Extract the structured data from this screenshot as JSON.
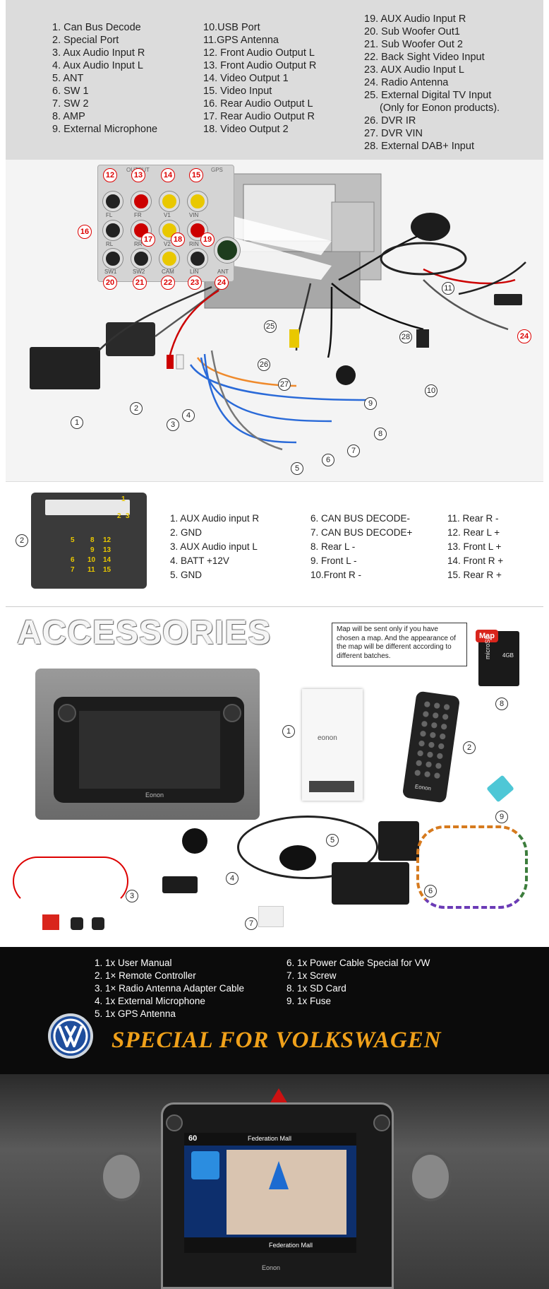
{
  "legend": {
    "col1": [
      "1. Can Bus Decode",
      "2. Special Port",
      "3. Aux Audio Input R",
      "4. Aux Audio Input L",
      "5. ANT",
      "6. SW 1",
      "7. SW 2",
      "8. AMP",
      "9. External Microphone"
    ],
    "col2": [
      "10.USB Port",
      "11.GPS Antenna",
      "12. Front Audio Output L",
      "13. Front Audio Output R",
      "14. Video Output 1",
      "15. Video Input",
      "16. Rear Audio Output L",
      "17. Rear Audio Output R",
      "18.  Video Output 2"
    ],
    "col3": [
      "19. AUX Audio Input R",
      "20. Sub Woofer Out1",
      "21. Sub Woofer Out 2",
      "22. Back Sight Video Input",
      "23. AUX Audio Input L",
      "24. Radio Antenna",
      "25.  External Digital TV Input",
      "(Only for Eonon products).",
      "26. DVR IR",
      "27. DVR VIN",
      "28. External DAB+ Input"
    ]
  },
  "wiring": {
    "panel_header": "OUTPUT",
    "gps_label": "GPS",
    "jack_labels": [
      "FL",
      "FR",
      "V1",
      "VIN",
      "RL",
      "RR",
      "V2",
      "RIN",
      "SW1",
      "SW2",
      "CAM",
      "LIN",
      "ANT"
    ],
    "panel_callouts": [
      "12",
      "13",
      "14",
      "15",
      "16",
      "17",
      "18",
      "19",
      "20",
      "21",
      "22",
      "23",
      "24"
    ],
    "harness_callouts": [
      "1",
      "2",
      "3",
      "4",
      "5",
      "6",
      "7",
      "8",
      "9",
      "10",
      "11",
      "24",
      "25",
      "26",
      "27",
      "28"
    ]
  },
  "connector": {
    "pin_labels": [
      "1",
      "2",
      "3",
      "5",
      "6",
      "7",
      "8",
      "9",
      "10",
      "11",
      "12",
      "13",
      "14",
      "15"
    ],
    "callout": "2",
    "col1": [
      "1. AUX Audio input R",
      "2. GND",
      "3. AUX Audio input L",
      "4. BATT +12V",
      "5. GND"
    ],
    "col2": [
      "6. CAN BUS DECODE-",
      "7. CAN BUS DECODE+",
      "8. Rear L -",
      "9. Front L -",
      "10.Front R -"
    ],
    "col3": [
      "11. Rear R -",
      "12. Rear L +",
      "13. Front L +",
      "14. Front R +",
      "15. Rear R +"
    ]
  },
  "accessories": {
    "title": "ACCESSORIES",
    "map_note": "Map will be sent only if you have chosen a map. And the appearance of the map will be different according to different batches.",
    "map_card_label": "Map",
    "sd_label": "microSD",
    "sd_size": "4GB",
    "callouts": [
      "1",
      "2",
      "3",
      "4",
      "5",
      "6",
      "7",
      "8",
      "9"
    ],
    "manual_brand": "eonon",
    "device_brand": "Eonon",
    "remote_brand": "Eonon"
  },
  "bottom": {
    "col1": [
      "1. 1x User Manual",
      "2. 1× Remote Controller",
      "3. 1× Radio Antenna Adapter Cable",
      "4. 1x External Microphone",
      "5. 1x GPS Antenna"
    ],
    "col2": [
      "6. 1x Power Cable Special for VW",
      "7. 1x Screw",
      "8. 1x SD Card",
      "9. 1x Fuse"
    ],
    "headline": "SPECIAL FOR VOLKSWAGEN",
    "speed": "60",
    "street_top": "Federation Mall",
    "street_bottom": "Federation Mall",
    "screen_brand": "Eonon"
  },
  "colors": {
    "legend_bg": "#dcdcdc",
    "callout_red": "#dd0000",
    "headline_orange": "#f0a11a",
    "accent_yellow": "#e9c800"
  }
}
